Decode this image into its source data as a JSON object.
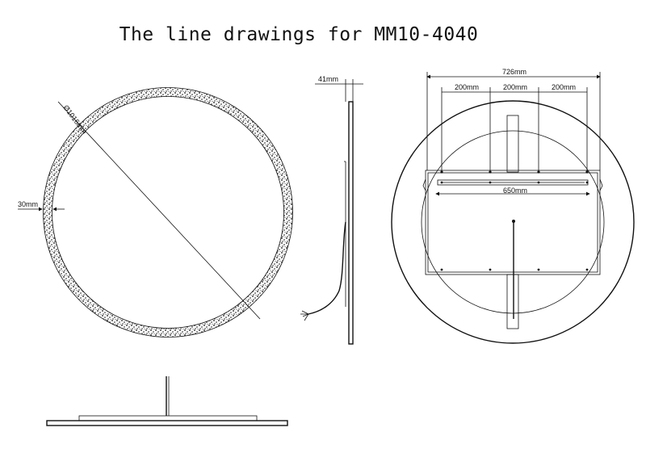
{
  "title": "The line drawings for MM10-4040",
  "front_view": {
    "diameter_label": "Ø1016mm",
    "frame_width_label": "30mm"
  },
  "side_view": {
    "thickness_label": "41mm"
  },
  "back_view": {
    "overall_width_label": "726mm",
    "spacing_labels": [
      "200mm",
      "200mm",
      "200mm"
    ],
    "bracket_width_label": "650mm"
  }
}
